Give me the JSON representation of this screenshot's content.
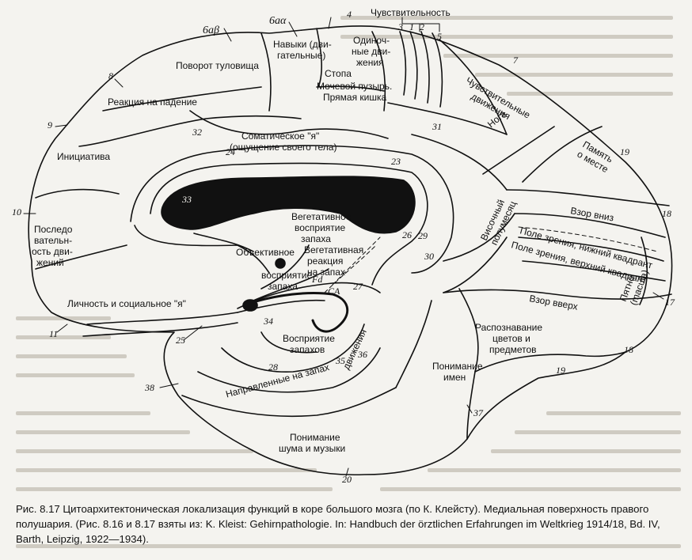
{
  "area_titles": {
    "a6_beta": "6аβ",
    "a6_alpha": "6аα"
  },
  "labels": {
    "sensitivity": "Чувствительность",
    "trunk_turn": "Поворот туловища",
    "motor_skills": "Навыки (двигательные)",
    "single_moves": "Одиночные движения",
    "foot": "Стопа",
    "bladder": "Мочевой пузырь. Прямая кишка",
    "sensitive_moves": "Чувствительные движения",
    "fall_reaction": "Реакция на падение",
    "somatic_self": "Соматическое \"я\" (ощущение своего тела)",
    "leg": "Нога",
    "initiative": "Инициатива",
    "place_memory": "Память о месте",
    "sequence": "Последовательность движений",
    "temporal_halfmoon": "Височный полумесяц",
    "look_down": "Взор вниз",
    "veg_smell_perception": "Вегетативное восприятие запаха",
    "objective": "Объективное",
    "veg_smell_reaction": "Вегетативная реакция на запах",
    "smell_perception": "восприятие запаха",
    "field_lower": "Поле зрения, нижний квадрант",
    "field_upper": "Поле зрения, верхний квадрант",
    "macula": "Пятно (macula)",
    "personality": "Личность и социальное \"я\"",
    "look_up": "Взор вверх",
    "smell_perception2": "Восприятие запахов",
    "color_recognition": "Распознавание цветов и предметов",
    "naming": "Понимание имен",
    "directed_smell": "Направленные на запах движения",
    "noise_music": "Понимание шума и музыки",
    "fd": "Fd",
    "ca": "CA"
  },
  "area_numbers": [
    "4",
    "3",
    "1",
    "2",
    "5",
    "7",
    "8",
    "9",
    "10",
    "11",
    "17",
    "18",
    "18",
    "19",
    "19",
    "20",
    "23",
    "24",
    "25",
    "26",
    "27",
    "28",
    "29",
    "30",
    "31",
    "32",
    "33",
    "34",
    "35",
    "36",
    "37",
    "38"
  ],
  "caption": {
    "prefix": "Рис. 8.17",
    "text": " Цитоархитектоническая локализация функций в коре большого мозга (по К. Клейсту). Медиальная поверхность правого полушария. (Рис. 8.16 и 8.17 взяты из: K. Kleist: Gehirnpathologie. In: Handbuch der örztlichen Erfahrungen im Weltkrieg 1914/18, Bd. IV, Barth, Leipzig, 1922—1934)."
  }
}
